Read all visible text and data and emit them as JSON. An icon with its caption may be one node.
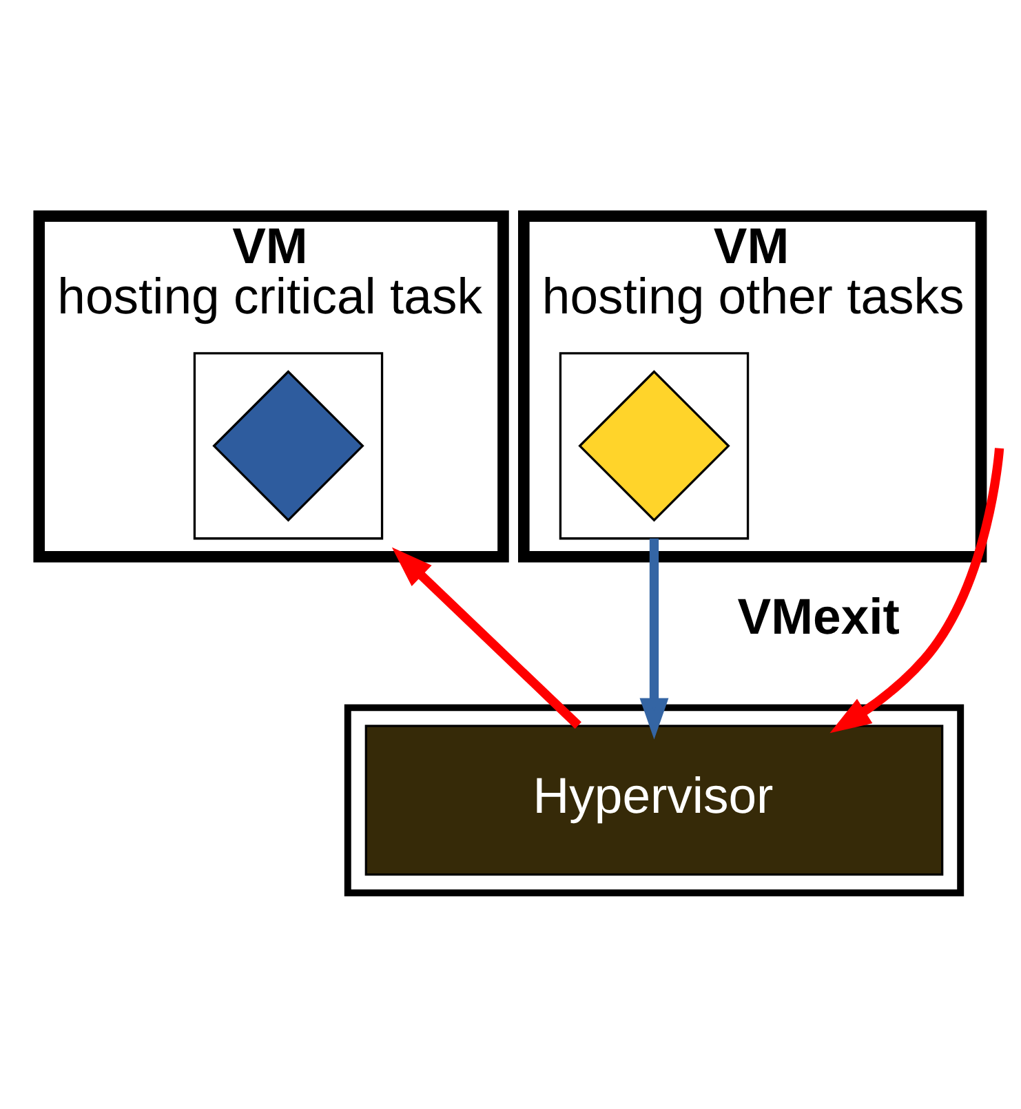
{
  "diagram": {
    "nodes": [
      {
        "text": [
          "VM",
          "hosting critical task"
        ]
      },
      {
        "text": [],
        "shape": "box",
        "in": 0
      },
      {
        "text": [],
        "shape": "diamond",
        "in": 1
      },
      {
        "text": [
          "VM",
          "hosting other tasks"
        ]
      },
      {
        "text": [],
        "shape": "box",
        "in": 3
      },
      {
        "text": [],
        "shape": "diamond",
        "in": 4
      },
      {
        "text": [],
        "shape": "box"
      },
      {
        "text": [
          "Hypervisor"
        ],
        "in": 6
      }
    ],
    "edges": [
      {
        "from": 4,
        "to": 7,
        "arrow": "to",
        "label": "VMexit",
        "color": "#3465a4"
      },
      {
        "from": 7,
        "to": 0,
        "arrow": "to",
        "color": "#ff0000"
      },
      {
        "from": null,
        "to": 7,
        "arrow": "to",
        "color": "#ff0000"
      }
    ]
  }
}
